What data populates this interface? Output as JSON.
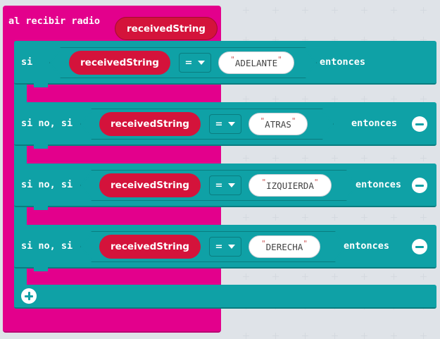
{
  "event": {
    "label": "al recibir radio",
    "param": "receivedString"
  },
  "branches": [
    {
      "label": "si",
      "variable": "receivedString",
      "operator": "=",
      "value": "ADELANTE",
      "then": "entonces",
      "removable": false
    },
    {
      "label": "si no, si",
      "variable": "receivedString",
      "operator": "=",
      "value": "ATRAS",
      "then": "entonces",
      "removable": true
    },
    {
      "label": "si no, si",
      "variable": "receivedString",
      "operator": "=",
      "value": "IZQUIERDA",
      "then": "entonces",
      "removable": true
    },
    {
      "label": "si no, si",
      "variable": "receivedString",
      "operator": "=",
      "value": "DERECHA",
      "then": "entonces",
      "removable": true
    }
  ],
  "colors": {
    "event": "#e3008c",
    "logic": "#0fa1a6",
    "variable": "#d4133b",
    "workspace": "#eef0f3"
  },
  "icons": {
    "remove": "minus-circle-icon",
    "add": "plus-circle-icon",
    "dropdown": "caret-down-icon"
  }
}
